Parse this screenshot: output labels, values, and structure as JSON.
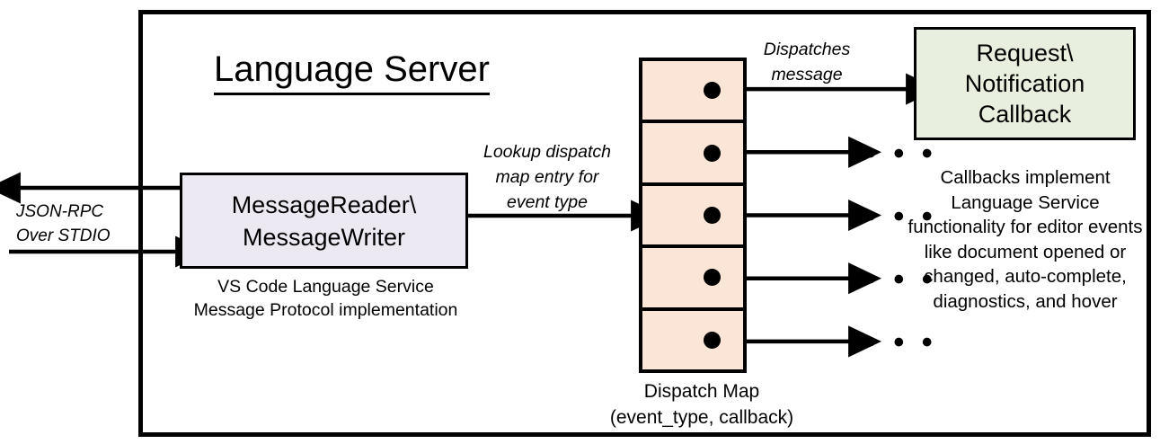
{
  "diagram": {
    "title": "Language Server",
    "outer_container_label": "Language Server"
  },
  "boxes": {
    "message_reader": {
      "label": "MessageReader\\\nMessageWriter",
      "line1": "MessageReader\\",
      "line2": "MessageWriter",
      "fill": "#ECE9F2",
      "caption": "VS Code Language Service\nMessage Protocol implementation",
      "caption_line1": "VS Code Language Service",
      "caption_line2": "Message Protocol implementation"
    },
    "dispatch_map": {
      "fill": "#FBE5D6",
      "rows": 5,
      "caption_line1": "Dispatch Map",
      "caption_line2": "(event_type, callback)"
    },
    "callback": {
      "line1": "Request\\",
      "line2": "Notification",
      "line3": "Callback",
      "fill": "#E9EFDE",
      "caption": "Callbacks implement Language Service functionality for editor events like document opened or changed, auto-complete, diagnostics, and hover"
    }
  },
  "labels": {
    "jsonrpc_line1": "JSON-RPC",
    "jsonrpc_line2": "Over STDIO",
    "lookup_line1": "Lookup dispatch",
    "lookup_line2": "map entry for",
    "lookup_line3": "event type",
    "dispatches_line1": "Dispatches",
    "dispatches_line2": "message",
    "ellipsis": "• • •"
  },
  "colors": {
    "stroke": "#000000",
    "background": "#FFFFFF",
    "reader_fill": "#ECE9F2",
    "map_fill": "#FBE5D6",
    "callback_fill": "#E9EFDE"
  }
}
